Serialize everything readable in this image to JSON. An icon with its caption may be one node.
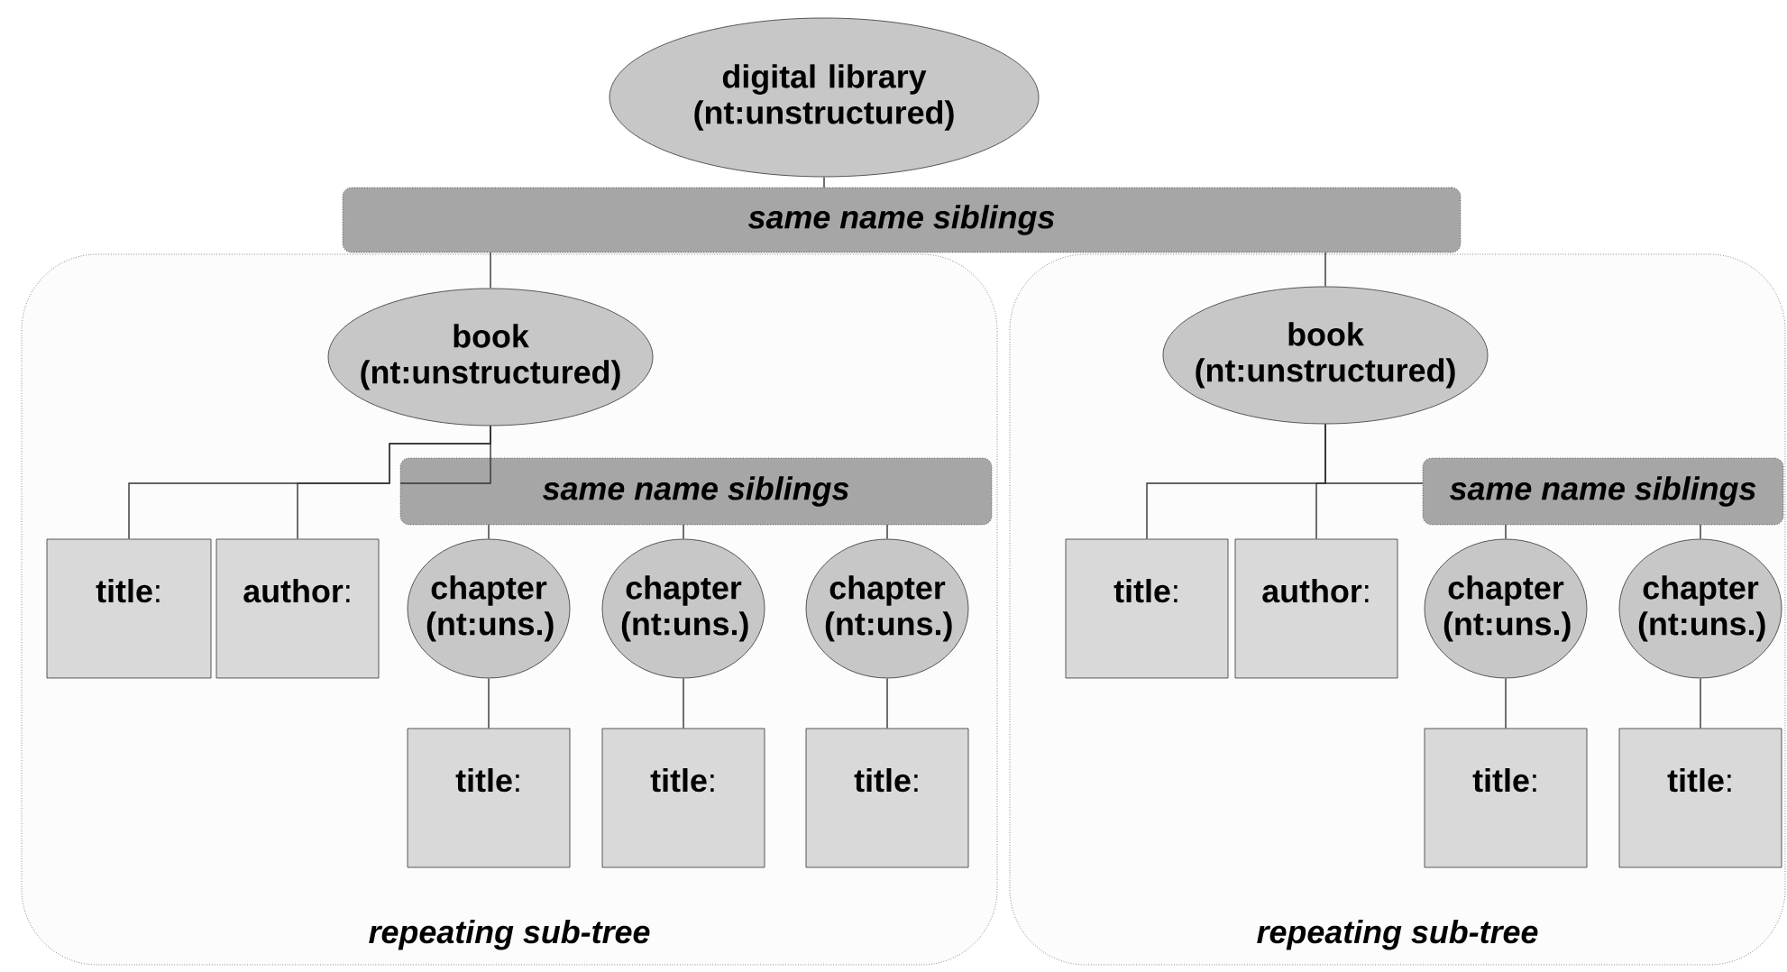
{
  "diagram": {
    "nodes": [
      {
        "text": [
          "digital library (nt:unstructured)"
        ]
      },
      {
        "text": [
          "same name siblings"
        ]
      },
      {
        "text": [
          "repeating sub-tree"
        ]
      },
      {
        "text": [
          "book (nt:unstructured)"
        ],
        "in": 2
      },
      {
        "text": [
          "same name siblings"
        ],
        "in": 2
      },
      {
        "text": [
          "**title**:"
        ],
        "in": 2
      },
      {
        "text": [
          "**author**:"
        ],
        "in": 2
      },
      {
        "text": [
          "chapter (nt:uns.)"
        ],
        "in": 2
      },
      {
        "text": [
          "chapter (nt:uns.)"
        ],
        "in": 2
      },
      {
        "text": [
          "chapter (nt:uns.)"
        ],
        "in": 2
      },
      {
        "text": [
          "**title**:"
        ],
        "in": 2
      },
      {
        "text": [
          "**title**:"
        ],
        "in": 2
      },
      {
        "text": [
          "**title**:"
        ],
        "in": 2
      },
      {
        "text": [
          "repeating sub-tree"
        ]
      },
      {
        "text": [
          "book (nt:unstructured)"
        ],
        "in": 13
      },
      {
        "text": [
          "same name siblings"
        ],
        "in": 13
      },
      {
        "text": [
          "**title**:"
        ],
        "in": 13
      },
      {
        "text": [
          "**author**:"
        ],
        "in": 13
      },
      {
        "text": [
          "chapter (nt:uns.)"
        ],
        "in": 13
      },
      {
        "text": [
          "chapter (nt:uns.)"
        ],
        "in": 13
      },
      {
        "text": [
          "**title**:"
        ],
        "in": 13
      },
      {
        "text": [
          "**title**:"
        ],
        "in": 13
      }
    ],
    "edges": [
      {
        "from": 0,
        "to": 1,
        "arrow": "none"
      },
      {
        "from": 1,
        "to": 3,
        "arrow": "none"
      },
      {
        "from": 1,
        "to": 14,
        "arrow": "none"
      },
      {
        "from": 3,
        "to": 5,
        "arrow": "none"
      },
      {
        "from": 3,
        "to": 6,
        "arrow": "none"
      },
      {
        "from": 3,
        "to": 4,
        "arrow": "none"
      },
      {
        "from": 4,
        "to": 7,
        "arrow": "none"
      },
      {
        "from": 4,
        "to": 8,
        "arrow": "none"
      },
      {
        "from": 4,
        "to": 9,
        "arrow": "none"
      },
      {
        "from": 7,
        "to": 10,
        "arrow": "none"
      },
      {
        "from": 8,
        "to": 11,
        "arrow": "none"
      },
      {
        "from": 9,
        "to": 12,
        "arrow": "none"
      },
      {
        "from": 14,
        "to": 16,
        "arrow": "none"
      },
      {
        "from": 14,
        "to": 17,
        "arrow": "none"
      },
      {
        "from": 14,
        "to": 15,
        "arrow": "none"
      },
      {
        "from": 15,
        "to": 18,
        "arrow": "none"
      },
      {
        "from": 15,
        "to": 19,
        "arrow": "none"
      },
      {
        "from": 18,
        "to": 20,
        "arrow": "none"
      },
      {
        "from": 19,
        "to": 21,
        "arrow": "none"
      }
    ]
  }
}
